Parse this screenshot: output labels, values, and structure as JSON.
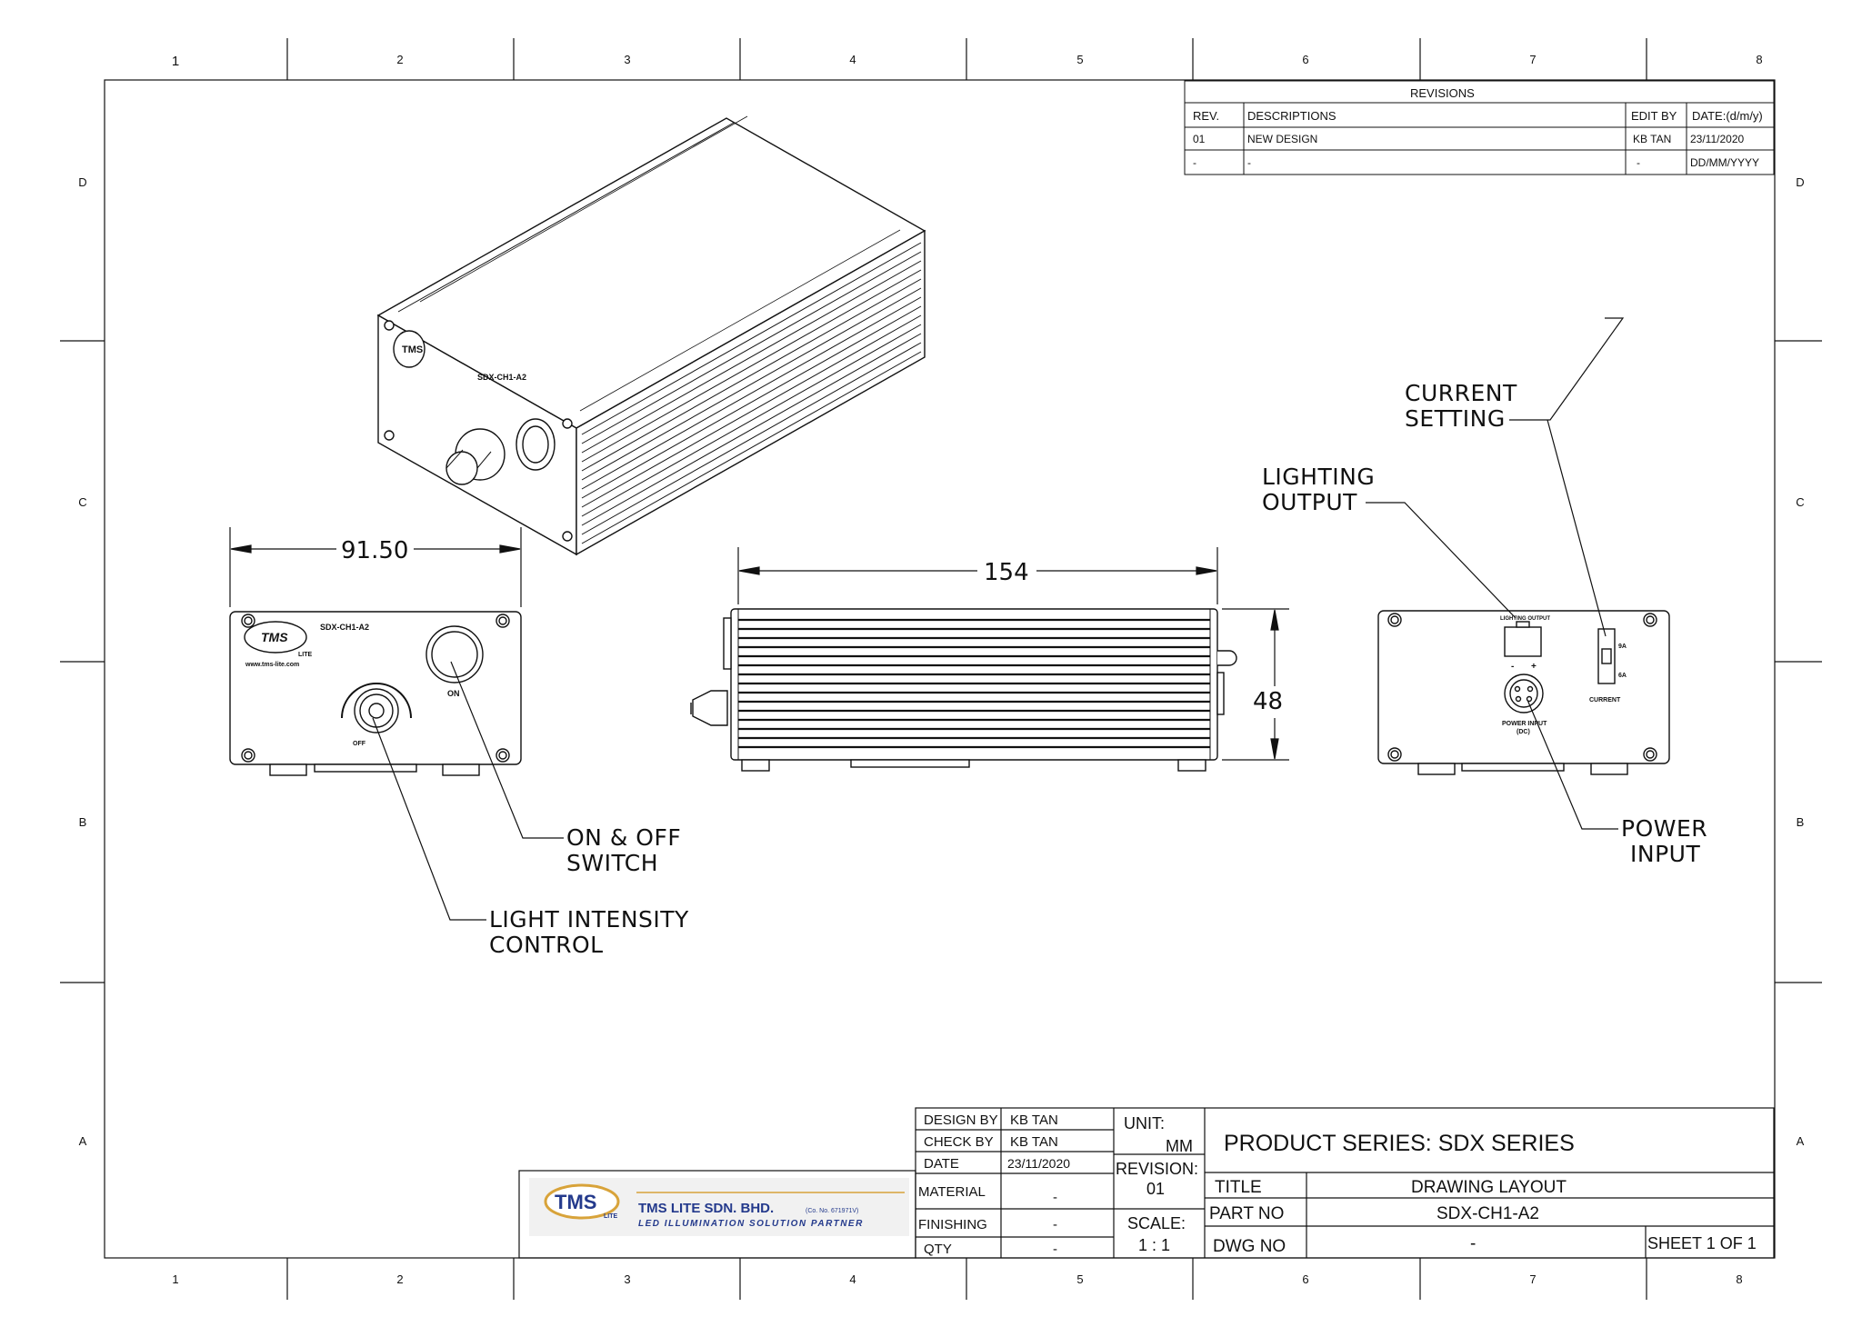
{
  "border": {
    "columns": [
      "1",
      "2",
      "3",
      "4",
      "5",
      "6",
      "7",
      "8"
    ],
    "rows": [
      "D",
      "C",
      "B",
      "A"
    ]
  },
  "revisions": {
    "title": "REVISIONS",
    "headers": {
      "rev": "REV.",
      "desc": "DESCRIPTIONS",
      "edit_by": "EDIT BY",
      "date": "DATE:(d/m/y)"
    },
    "rows": [
      {
        "rev": "01",
        "desc": "NEW DESIGN",
        "edit_by": "KB TAN",
        "date": "23/11/2020"
      },
      {
        "rev": "-",
        "desc": "-",
        "edit_by": "-",
        "date": "DD/MM/YYYY"
      }
    ]
  },
  "device": {
    "brand": "TMS",
    "brand_sub": "LITE",
    "model": "SDX-CH1-A2",
    "website": "www.tms-lite.com",
    "on_label": "ON",
    "off_label": "OFF",
    "lighting_output_label": "LIGHTING OUTPUT",
    "power_input_label": "POWER INPUT",
    "power_input_sub": "(DC)",
    "current_label": "CURRENT",
    "current_9a": "9A",
    "current_6a": "6A",
    "minus": "-",
    "plus": "+"
  },
  "dimensions": {
    "width": "91.50",
    "length": "154",
    "height": "48"
  },
  "callouts": {
    "on_off_1": "ON & OFF",
    "on_off_2": "SWITCH",
    "intensity_1": "LIGHT INTENSITY",
    "intensity_2": "CONTROL",
    "current_1": "CURRENT",
    "current_2": "SETTING",
    "lighting_1": "LIGHTING",
    "lighting_2": "OUTPUT",
    "power_1": "POWER",
    "power_2": "INPUT"
  },
  "title_block": {
    "company": "TMS LITE SDN. BHD.",
    "company_reg": "(Co. No. 671971V)",
    "tagline": "LED ILLUMINATION SOLUTION PARTNER",
    "logo": "TMS",
    "logo_sub": "LITE",
    "design_by_label": "DESIGN BY",
    "design_by": "KB TAN",
    "check_by_label": "CHECK BY",
    "check_by": "KB TAN",
    "date_label": "DATE",
    "date": "23/11/2020",
    "material_label": "MATERIAL",
    "material": "-",
    "finishing_label": "FINISHING",
    "finishing": "-",
    "qty_label": "QTY",
    "qty": "-",
    "unit_label": "UNIT:",
    "unit": "MM",
    "revision_label": "REVISION:",
    "revision": "01",
    "scale_label": "SCALE:",
    "scale": "1 : 1",
    "product_series": "PRODUCT SERIES: SDX SERIES",
    "title_label": "TITLE",
    "title": "DRAWING LAYOUT",
    "part_no_label": "PART NO",
    "part_no": "SDX-CH1-A2",
    "dwg_no_label": "DWG NO",
    "dwg_no": "-",
    "sheet": "SHEET 1 OF 1"
  }
}
